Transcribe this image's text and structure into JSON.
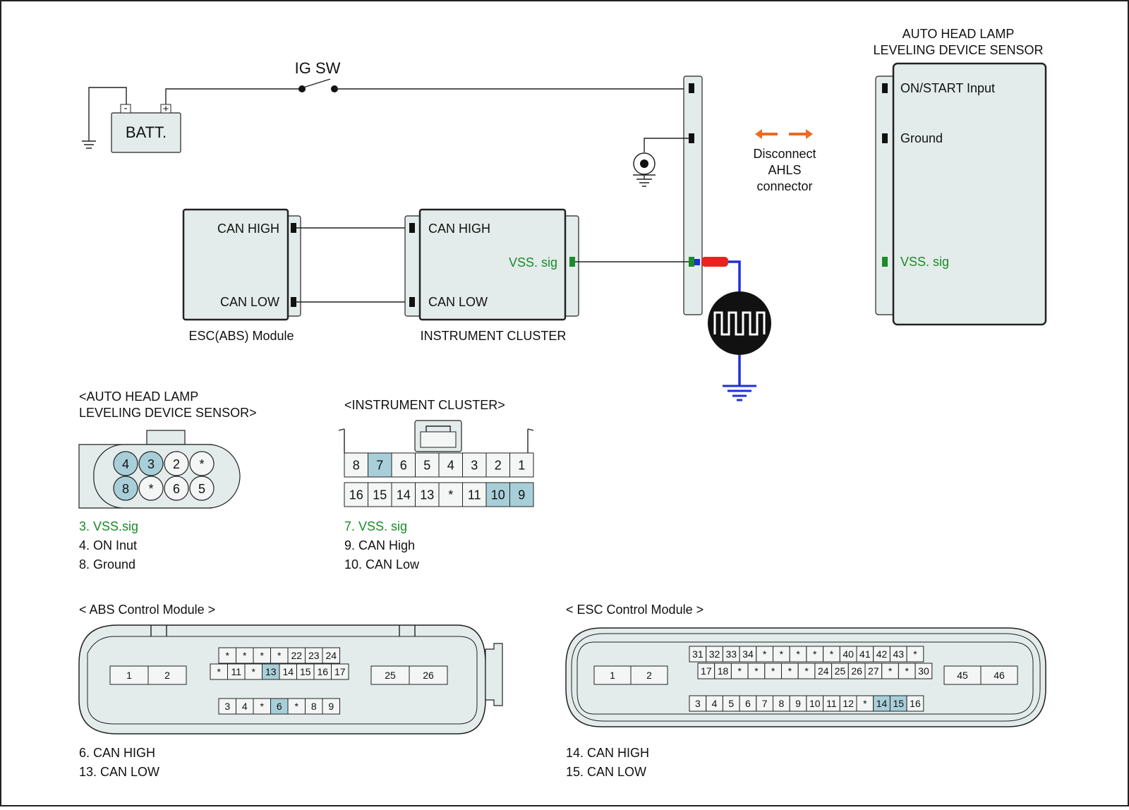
{
  "schematic": {
    "ig_sw": "IG SW",
    "battery": {
      "label": "BATT.",
      "minus": "-",
      "plus": "+"
    },
    "ahls_sensor": {
      "title_line1": "AUTO HEAD LAMP",
      "title_line2": "LEVELING DEVICE SENSOR",
      "pins": [
        "ON/START Input",
        "Ground",
        "VSS. sig"
      ]
    },
    "disconnect_note": [
      "Disconnect",
      "AHLS",
      "connector"
    ],
    "esc_module": {
      "name": "ESC(ABS) Module",
      "pins": [
        "CAN HIGH",
        "CAN LOW"
      ]
    },
    "instrument_cluster": {
      "name": "INSTRUMENT CLUSTER",
      "pins": [
        "CAN HIGH",
        "VSS. sig",
        "CAN LOW"
      ]
    }
  },
  "connectors": {
    "ahls": {
      "title_line1": "<AUTO HEAD LAMP",
      "title_line2": "LEVELING DEVICE SENSOR>",
      "row1": [
        "4",
        "3",
        "2",
        "*"
      ],
      "row2": [
        "8",
        "*",
        "6",
        "5"
      ],
      "highlight": [
        "4",
        "3",
        "8"
      ],
      "legend": [
        "3. VSS.sig",
        "4. ON Inut",
        "8. Ground"
      ]
    },
    "cluster": {
      "title": "<INSTRUMENT CLUSTER>",
      "row1": [
        "8",
        "7",
        "6",
        "5",
        "4",
        "3",
        "2",
        "1"
      ],
      "row2": [
        "16",
        "15",
        "14",
        "13",
        "*",
        "11",
        "10",
        "9"
      ],
      "highlight": [
        "7",
        "10",
        "9"
      ],
      "legend": [
        "7. VSS. sig",
        "9. CAN High",
        "10. CAN Low"
      ]
    },
    "abs": {
      "title": "< ABS Control Module >",
      "left": [
        "1",
        "2"
      ],
      "right": [
        "25",
        "26"
      ],
      "row1": [
        "*",
        "*",
        "*",
        "*",
        "22",
        "23",
        "24"
      ],
      "row2": [
        "*",
        "11",
        "*",
        "13",
        "14",
        "15",
        "16",
        "17"
      ],
      "row3": [
        "3",
        "4",
        "*",
        "6",
        "*",
        "8",
        "9"
      ],
      "highlight": [
        "13",
        "6"
      ],
      "legend": [
        "6. CAN HIGH",
        "13. CAN LOW"
      ]
    },
    "esc": {
      "title": "< ESC Control Module >",
      "left": [
        "1",
        "2"
      ],
      "right": [
        "45",
        "46"
      ],
      "row1": [
        "31",
        "32",
        "33",
        "34",
        "*",
        "*",
        "*",
        "*",
        "*",
        "40",
        "41",
        "42",
        "43",
        "*"
      ],
      "row2": [
        "17",
        "18",
        "*",
        "*",
        "*",
        "*",
        "*",
        "24",
        "25",
        "26",
        "27",
        "*",
        "*",
        "30"
      ],
      "row3": [
        "3",
        "4",
        "5",
        "6",
        "7",
        "8",
        "9",
        "10",
        "11",
        "12",
        "*",
        "14",
        "15",
        "16"
      ],
      "highlight": [
        "14",
        "15"
      ],
      "legend": [
        "14. CAN HIGH",
        "15. CAN LOW"
      ]
    }
  },
  "colors": {
    "green_text": "#1a8a2a",
    "pin_highlight": "#a8cfd9",
    "box_fill": "#e3ecea",
    "arrow_orange": "#ee6a1e",
    "probe_red": "#e8231f",
    "probe_blue": "#1f2fd8"
  }
}
